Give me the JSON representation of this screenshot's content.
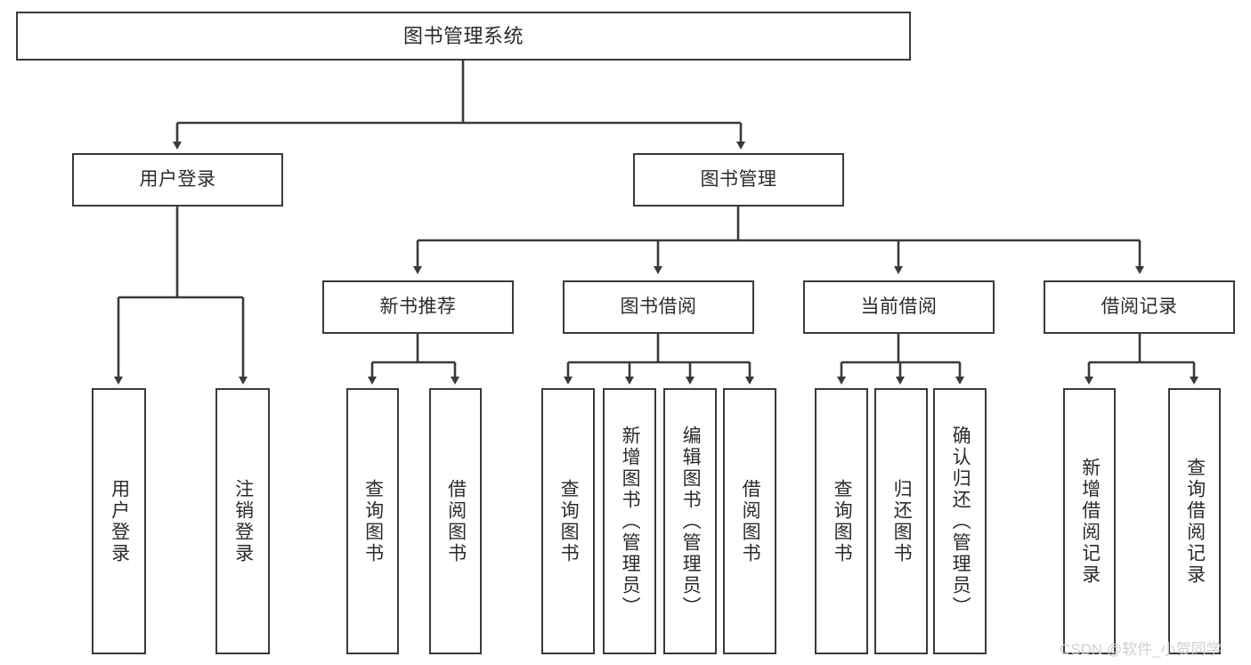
{
  "diagram": {
    "title": "图书管理系统",
    "background_color": "#ffffff",
    "box_border_color": "#3a3a3a",
    "text_color": "#2b2b2b",
    "levels": {
      "root": {
        "label": "图书管理系统"
      },
      "level2": [
        {
          "label": "用户登录"
        },
        {
          "label": "图书管理"
        }
      ],
      "level3": [
        {
          "label": "新书推荐"
        },
        {
          "label": "图书借阅"
        },
        {
          "label": "当前借阅"
        },
        {
          "label": "借阅记录"
        }
      ],
      "leaves_user_login": [
        {
          "label": "用户登录"
        },
        {
          "label": "注销登录"
        }
      ],
      "leaves_new_book": [
        {
          "label": "查询图书"
        },
        {
          "label": "借阅图书"
        }
      ],
      "leaves_borrow": [
        {
          "label": "查询图书"
        },
        {
          "label": "新增图书（管理员）"
        },
        {
          "label": "编辑图书（管理员）"
        },
        {
          "label": "借阅图书"
        }
      ],
      "leaves_current": [
        {
          "label": "查询图书"
        },
        {
          "label": "归还图书"
        },
        {
          "label": "确认归还（管理员）"
        }
      ],
      "leaves_record": [
        {
          "label": "新增借阅记录"
        },
        {
          "label": "查询借阅记录"
        }
      ]
    },
    "watermark": "CSDN @软件_小贺同学"
  }
}
